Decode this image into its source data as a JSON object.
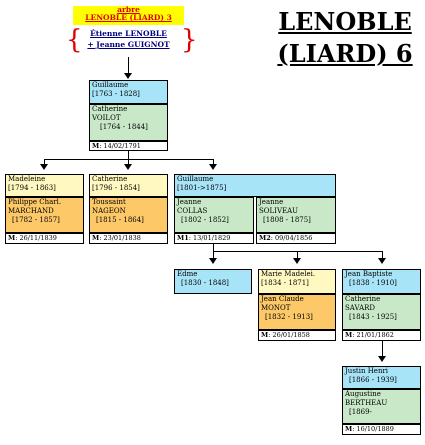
{
  "header": {
    "arbre_label": "arbre",
    "arbre_title": "LENOBLE (LIARD) 3",
    "husband": "Étienne LENOBLE",
    "wife": "+ Jeanne GUIGNOT",
    "brace_left": "{",
    "brace_right": "}"
  },
  "title": {
    "line1": "LENOBLE",
    "line2": "(LIARD) 6"
  },
  "colors": {
    "cyan": "#a8e4f8",
    "green": "#c8e8c8",
    "yellow": "#fff8c0",
    "orange": "#fcc868",
    "header_bg": "#ffff00",
    "header_text": "#e00000",
    "couple_text": "#000080"
  },
  "persons": {
    "guillaume_gen1": {
      "name": "Guillaume",
      "dates": "[1763 - 1828]"
    },
    "catherine_voilot": {
      "name1": "Catherine",
      "name2": "VOILOT",
      "dates": "[1764 - 1844]"
    },
    "marriage_gen1": {
      "label": "M",
      "date": ": 14/02/1791"
    },
    "madeleine": {
      "name": "Madeleine",
      "dates": "[1794 - 1863]"
    },
    "philippe": {
      "name1": "Philippe Charl.",
      "name2": "MARCHAND",
      "dates": "[1782 - 1857]"
    },
    "marriage_madeleine": {
      "label": "M",
      "date": ": 26/11/1839"
    },
    "catherine_1796": {
      "name": "Catherine",
      "dates": "[1796 - 1854]"
    },
    "toussaint": {
      "name1": "Toussaint",
      "name2": "NAGEON",
      "dates": "[1815 - 1864]"
    },
    "marriage_catherine": {
      "label": "M",
      "date": ": 23/01/1838"
    },
    "guillaume_gen2": {
      "name": "Guillaume",
      "dates": "[1801->1875]"
    },
    "jeanne_collas": {
      "name1": "Jeanne",
      "name2": "COLLAS",
      "dates": "[1802 - 1852]"
    },
    "marriage_m1": {
      "label": "M1",
      "date": ": 13/01/1829"
    },
    "jeanne_soliveau": {
      "name1": "Jeanne",
      "name2": "SOLIVEAU",
      "dates": "[1808 - 1875]"
    },
    "marriage_m2": {
      "label": "M2",
      "date": ": 09/04/1856"
    },
    "edme": {
      "name": "Edme",
      "dates": "[1830 - 1848]"
    },
    "marie_madelei": {
      "name": "Marie Madelei.",
      "dates": "[1834 - 1871]"
    },
    "jean_claude": {
      "name1": "Jean Claude",
      "name2": "MONOT",
      "dates": "[1832 - 1913]"
    },
    "marriage_marie": {
      "label": "M",
      "date": ": 26/01/1858"
    },
    "jean_baptiste": {
      "name": "Jean Baptiste",
      "dates": "[1838 - 1910]"
    },
    "catherine_savard": {
      "name1": "Catherine",
      "name2": "SAVARD",
      "dates": "[1843 - 1925]"
    },
    "marriage_jb": {
      "label": "M",
      "date": ": 21/01/1862"
    },
    "justin_henri": {
      "name": "Justin Henri",
      "dates": "[1866 - 1939]"
    },
    "augustine": {
      "name1": "Augustine",
      "name2": "BERTHEAU",
      "dates": "[1869-"
    },
    "marriage_justin": {
      "label": "M",
      "date": ": 16/10/1889"
    }
  }
}
